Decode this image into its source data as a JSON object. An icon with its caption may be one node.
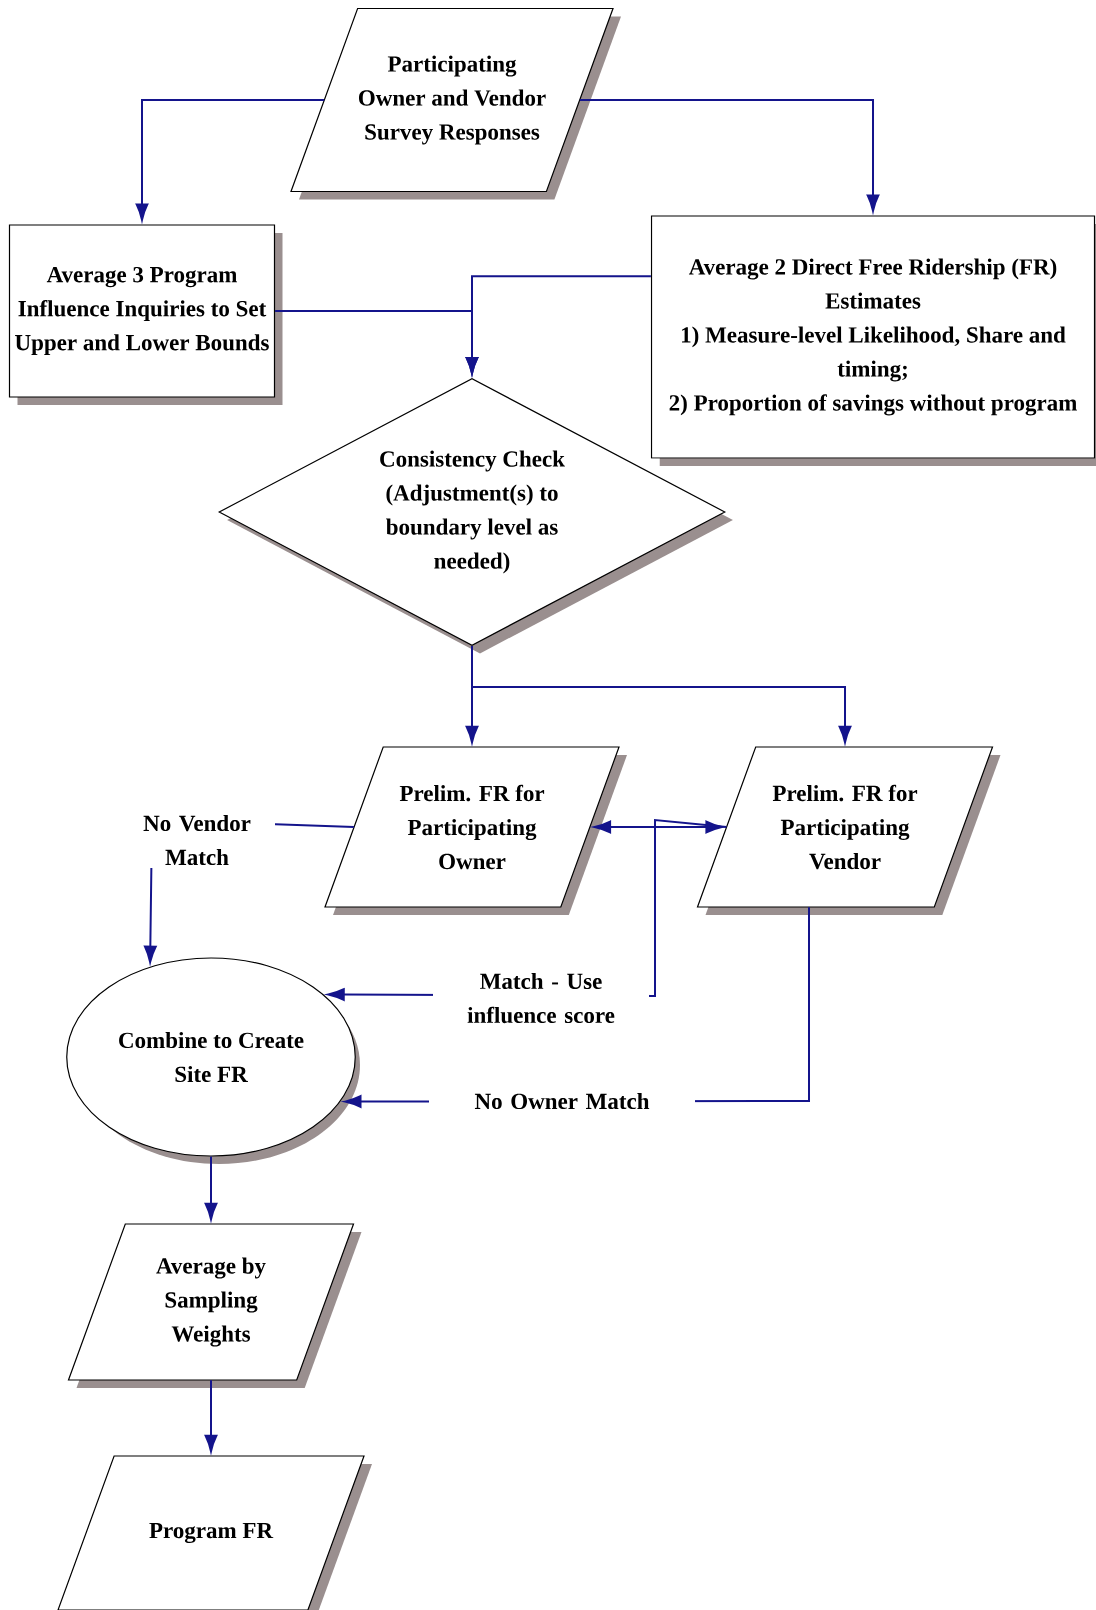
{
  "diagram": {
    "nodes": [
      {
        "text": [
          "Participating Owner and Vendor Survey Responses"
        ]
      },
      {
        "text": [
          "Average 3 Program Influence Inquiries to Set Upper and Lower Bounds"
        ]
      },
      {
        "text": [
          "Average 2 Direct Free Ridership (FR) Estimates",
          "1) Measure-level Likelihood, Share and timing;",
          "2) Proportion of savings without program"
        ]
      },
      {
        "text": [
          "Consistency Check (Adjustment(s) to boundary level as needed)"
        ]
      },
      {
        "text": [
          "Prelim. FR for Participating Owner"
        ]
      },
      {
        "text": [
          "Prelim. FR for Participating Vendor"
        ]
      },
      {
        "text": [
          "Combine to Create Site FR"
        ]
      },
      {
        "text": [
          "Average by Sampling Weights"
        ]
      },
      {
        "text": [
          "Program FR"
        ]
      }
    ],
    "edges": [
      {
        "from": 0,
        "to": 1,
        "arrow": "to"
      },
      {
        "from": 0,
        "to": 2,
        "arrow": "to"
      },
      {
        "from": 1,
        "to": 3,
        "arrow": "to"
      },
      {
        "from": 2,
        "to": 3,
        "arrow": "to"
      },
      {
        "from": 3,
        "to": 4,
        "arrow": "to"
      },
      {
        "from": 3,
        "to": 5,
        "arrow": "to"
      },
      {
        "from": 4,
        "to": 5,
        "arrow": "both"
      },
      {
        "from": 4,
        "to": 6,
        "arrow": "to",
        "label": "No Vendor Match"
      },
      {
        "from": 5,
        "to": 6,
        "arrow": "to",
        "label": "Match - Use influence score"
      },
      {
        "from": 5,
        "to": 6,
        "arrow": "to",
        "label": "No Owner Match"
      },
      {
        "from": 6,
        "to": 7,
        "arrow": "to"
      },
      {
        "from": 7,
        "to": 8,
        "arrow": "to"
      }
    ]
  }
}
